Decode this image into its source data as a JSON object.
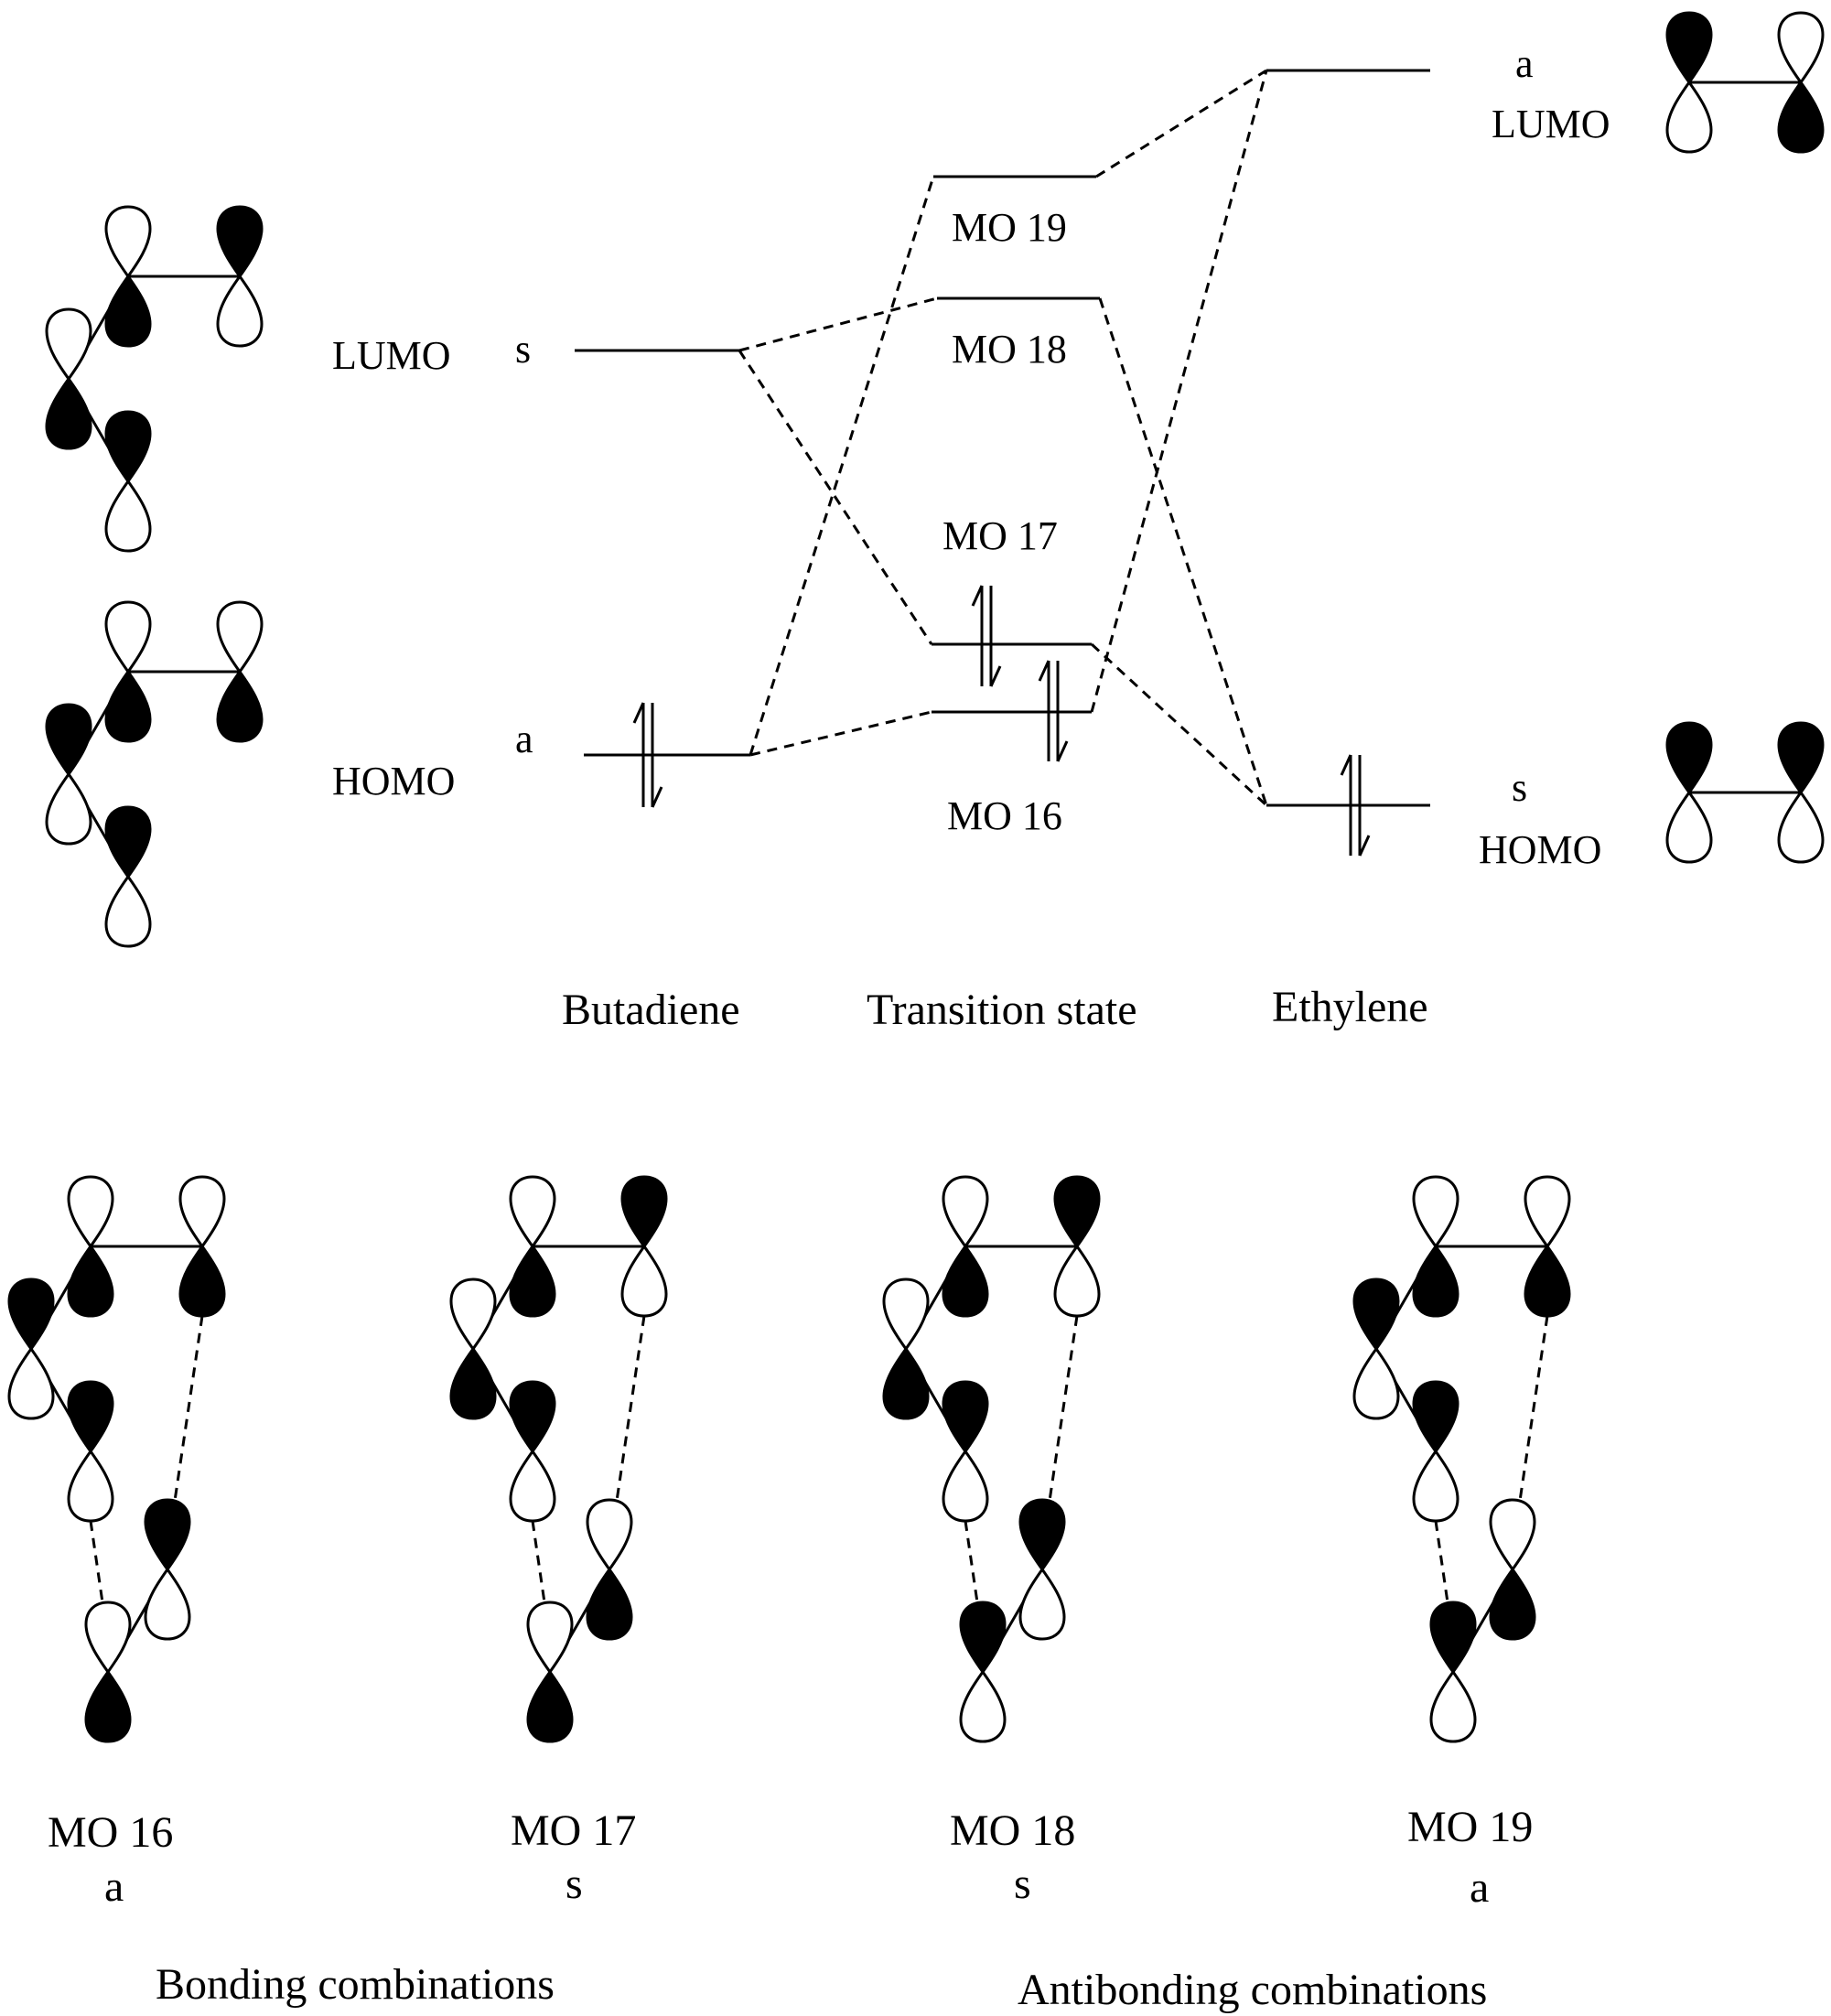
{
  "butadiene": {
    "lumo_label": "LUMO",
    "lumo_sym": "s",
    "homo_label": "HOMO",
    "homo_sym": "a"
  },
  "transition_state": {
    "mo19": "MO 19",
    "mo18": "MO 18",
    "mo17": "MO 17",
    "mo16": "MO 16"
  },
  "ethylene": {
    "lumo_sym": "a",
    "lumo_label": "LUMO",
    "homo_sym": "s",
    "homo_label": "HOMO"
  },
  "column_titles": {
    "butadiene": "Butadiene",
    "transition_state": "Transition state",
    "ethylene": "Ethylene"
  },
  "combinations": [
    {
      "name": "MO 16",
      "sym": "a"
    },
    {
      "name": "MO 17",
      "sym": "s"
    },
    {
      "name": "MO 18",
      "sym": "s"
    },
    {
      "name": "MO 19",
      "sym": "a"
    }
  ],
  "group_titles": {
    "bonding": "Bonding combinations",
    "antibonding": "Antibonding combinations"
  }
}
